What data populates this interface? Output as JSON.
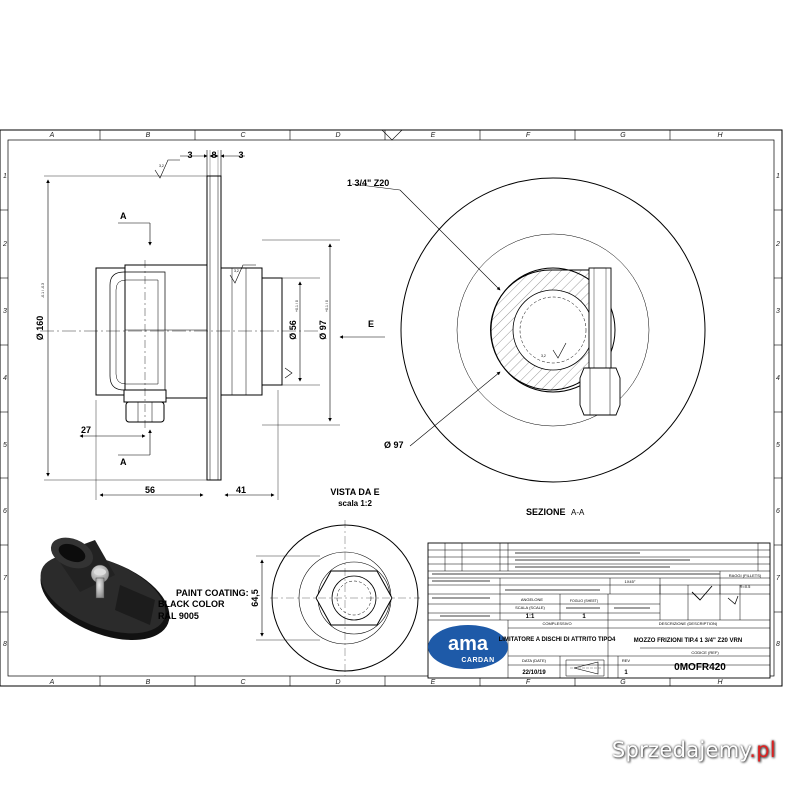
{
  "grid": {
    "columns": [
      "A",
      "B",
      "C",
      "D",
      "E",
      "F",
      "G",
      "H"
    ],
    "rows": [
      "1",
      "2",
      "3",
      "4",
      "5",
      "6",
      "7",
      "8"
    ]
  },
  "dims": {
    "d3a": "3",
    "d8": "8",
    "d3b": "3",
    "d160": "Ø 160",
    "d160_tol": "-0.1 / -0.3",
    "d56": "Ø 56",
    "d56_tol": "+0.1 / 0",
    "d97": "Ø 97",
    "d97_tol": "+0.1 / 0",
    "d27": "27",
    "d56w": "56",
    "d41": "41",
    "d64": "64,5",
    "d97b": "Ø 97",
    "spline": "1 3/4\" Z20",
    "rough": "3,2"
  },
  "labels": {
    "sectA_top": "A",
    "sectA_bottom": "A",
    "arrowE": "E",
    "vista": "VISTA DA E",
    "scala": "scala 1:2",
    "sezione": "SEZIONE",
    "sezione_id": "A-A",
    "paint1": "PAINT COATING:",
    "paint2": "BLACK COLOR",
    "paint3": "RAL 9005"
  },
  "titleblock": {
    "logo_main": "ama",
    "logo_sub": "CARDAN",
    "complessivo": "COMPLESSIVO",
    "descrizione_hdr": "DESCRIZIONE (DESCRIPTION)",
    "part_name": "LIMITATORE A DISCHI DI ATTRITO TIPO4",
    "description": "MOZZO FRIZIONI TIP.4 1 3/4\" Z20 VRN",
    "codice_hdr": "CODICE (REF)",
    "code": "0MOFR420",
    "data_hdr": "DATA (DATE)",
    "date": "22/10/19",
    "rev_hdr": "REV",
    "rev": "1",
    "scala_hdr": "SCALA (SCALE)",
    "scale": "1:1",
    "foglio_hdr": "FOGLIO (SHEET)",
    "sheet": "1",
    "designer": "ANGELONE",
    "chamfer": "1X45°",
    "raggi": "RAGGI (FILLETS)",
    "raggi_val": "R=0.5"
  },
  "watermark": {
    "text": "Sprzedajemy",
    "tld": ".pl"
  }
}
